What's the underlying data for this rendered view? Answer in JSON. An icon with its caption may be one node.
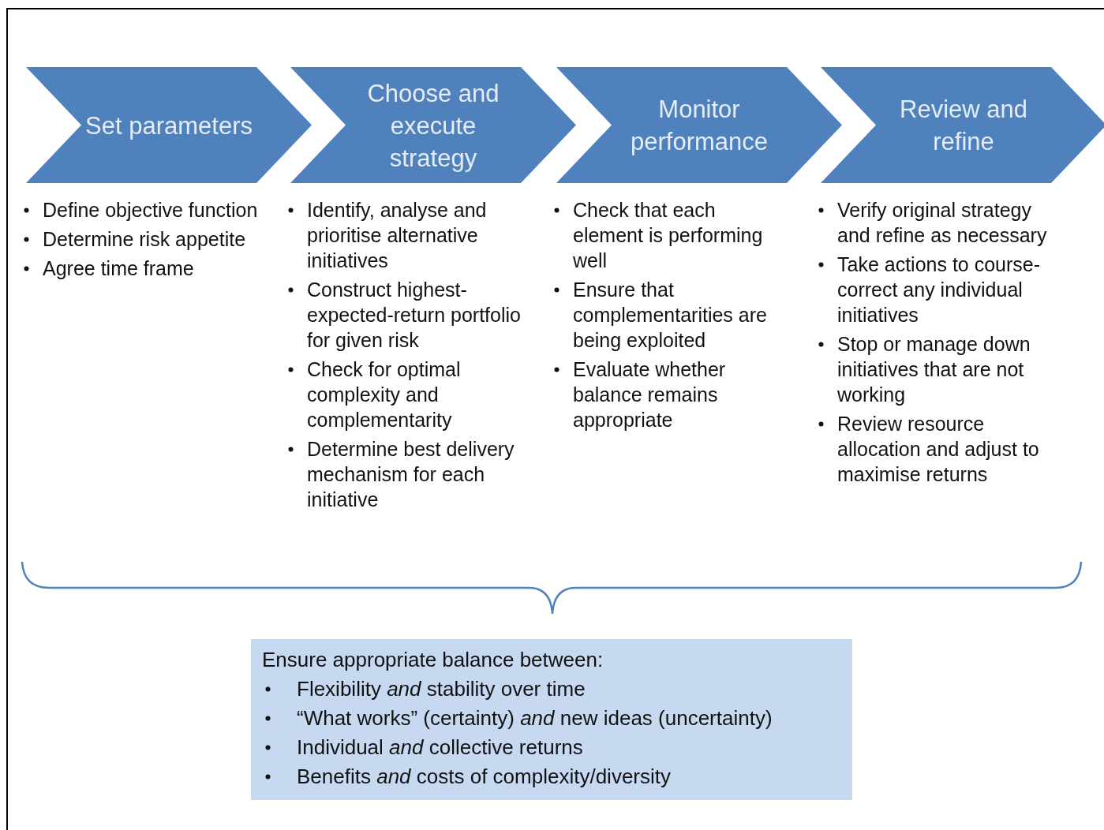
{
  "diagram": {
    "nodes": [
      {
        "text": [
          "Set parameters"
        ],
        "beside": [
          "Define objective function",
          "Determine risk appetite",
          "Agree time frame"
        ]
      },
      {
        "text": [
          "Choose and execute strategy"
        ],
        "beside": [
          "Identify, analyse and prioritise alternative initiatives",
          "Construct highest-expected-return portfolio for given risk",
          "Check for optimal complexity and complementarity",
          "Determine best delivery mechanism for each initiative"
        ]
      },
      {
        "text": [
          "Monitor performance"
        ],
        "beside": [
          "Check that each element is performing well",
          "Ensure that complementarities are being exploited",
          "Evaluate whether balance remains appropriate"
        ]
      },
      {
        "text": [
          "Review and refine"
        ],
        "beside": [
          "Verify original strategy and refine as necessary",
          "Take actions to course-correct any individual initiatives",
          "Stop or manage down initiatives that are not working",
          "Review resource allocation and adjust to maximise returns"
        ]
      },
      {
        "text": [
          "Ensure appropriate balance between:",
          "Flexibility *and* stability over time",
          "“What works” (certainty) *and* new ideas (uncertainty)",
          "Individual *and* collective returns",
          "Benefits *and* costs of complexity/diversity"
        ]
      }
    ]
  }
}
